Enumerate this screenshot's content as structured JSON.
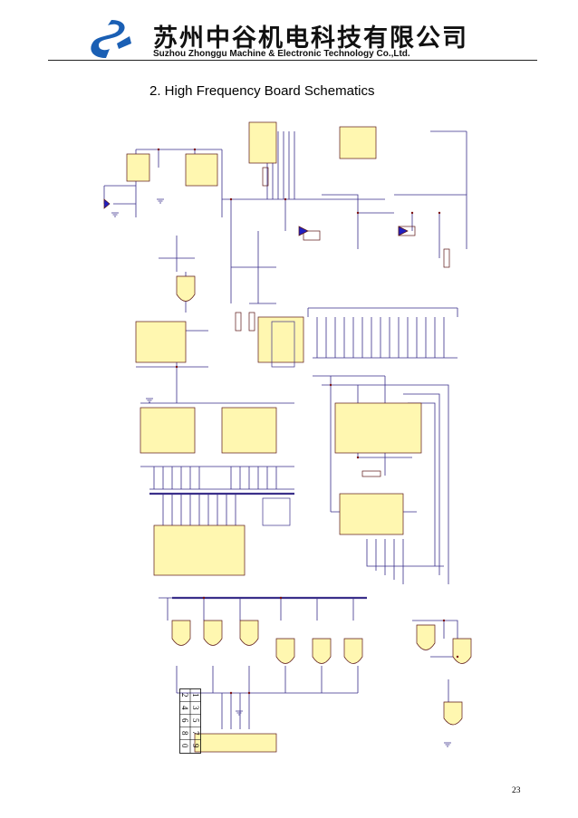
{
  "header": {
    "company_cn": "苏州中谷机电科技有限公司",
    "company_en": "Suzhou Zhonggu Machine & Electronic Technology Co.,Ltd.",
    "logo_color": "#1a5fb4"
  },
  "section": {
    "title": "2.  High Frequency Board Schematics"
  },
  "page": {
    "number": "23"
  },
  "keypad": {
    "digits": [
      "2",
      "4",
      "6",
      "8",
      "0",
      "1",
      "3",
      "5",
      "7",
      "9"
    ]
  },
  "schematic_colors": {
    "wire": "#3a2f8a",
    "chip_fill": "#fff7b0",
    "chip_stroke": "#5a1414",
    "junction": "#7a1010"
  }
}
